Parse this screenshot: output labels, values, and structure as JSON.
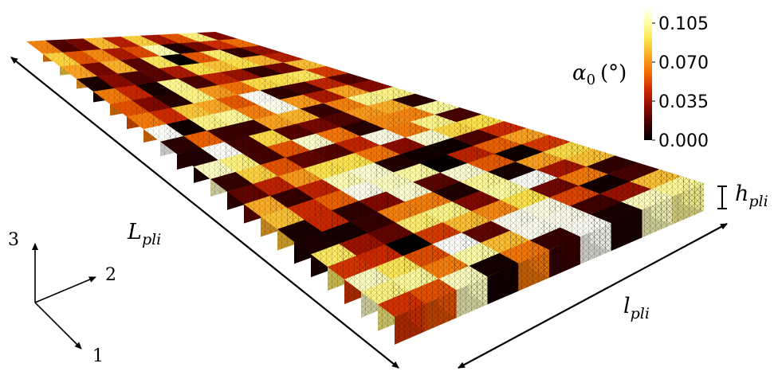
{
  "dimensions": {
    "length_label": {
      "symbol": "L",
      "subscript": "pli"
    },
    "width_label": {
      "symbol": "l",
      "subscript": "pli"
    },
    "height_label": {
      "symbol": "h",
      "subscript": "pli"
    }
  },
  "axes_triad": {
    "axis_3": "3",
    "axis_2": "2",
    "axis_1": "1"
  },
  "colorbar": {
    "label_symbol": "α",
    "label_subscript": "0",
    "label_unit": "(°)",
    "ticks": [
      "0.105",
      "0.070",
      "0.035",
      "0.000"
    ],
    "tick_values": [
      0.105,
      0.07,
      0.035,
      0.0
    ],
    "range": [
      0.0,
      0.12
    ],
    "colormap": [
      "#000000",
      "#3d0000",
      "#8b0a00",
      "#cf2a00",
      "#f06a00",
      "#fba322",
      "#fde24a",
      "#ffffa8",
      "#ffffff"
    ]
  },
  "mesh": {
    "rows": 10,
    "cols": 22,
    "value_seed": 17,
    "edge_color": "#000000"
  }
}
